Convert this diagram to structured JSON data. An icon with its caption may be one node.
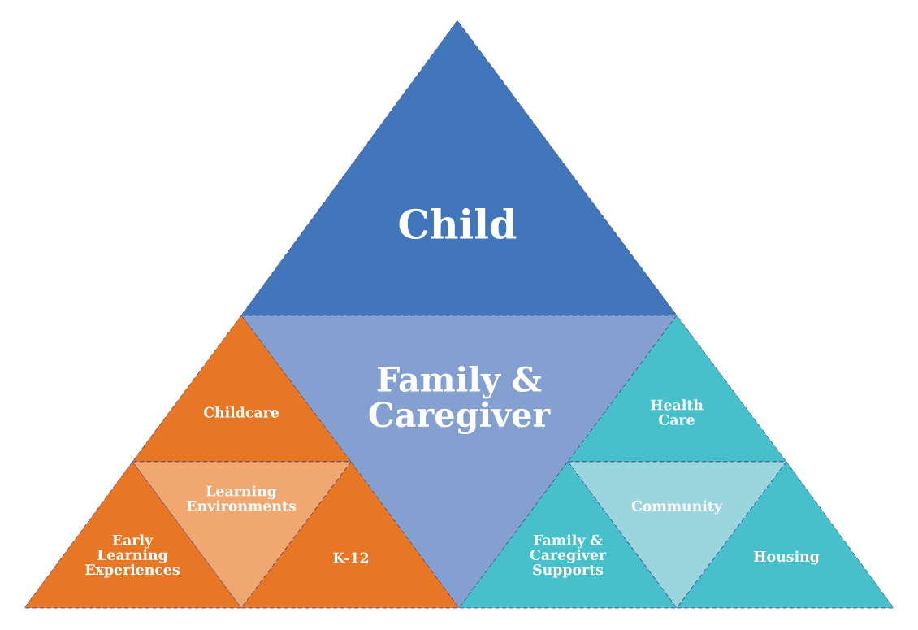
{
  "diagram": {
    "nodes": [
      {
        "text": [
          "Child"
        ]
      },
      {
        "text": [
          "Family & Caregiver"
        ]
      },
      {
        "text": [
          "Childcare"
        ]
      },
      {
        "text": [
          "Learning Environments"
        ]
      },
      {
        "text": [
          "Early Learning Experiences"
        ]
      },
      {
        "text": [
          "K-12"
        ]
      },
      {
        "text": [
          "Health Care"
        ]
      },
      {
        "text": [
          "Community"
        ]
      },
      {
        "text": [
          "Family & Caregiver Supports"
        ]
      },
      {
        "text": [
          "Housing"
        ]
      }
    ]
  }
}
